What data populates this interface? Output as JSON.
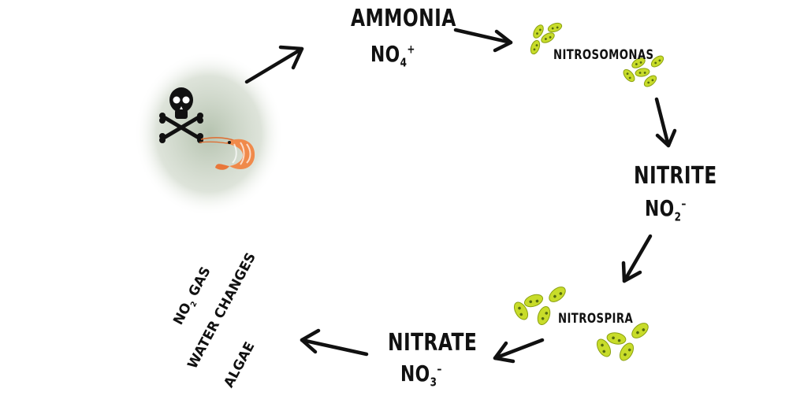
{
  "ammonia": {
    "label": "AMMONIA",
    "formula_base": "NO",
    "formula_sub": "4",
    "formula_sup": "+"
  },
  "nitrosomonas": {
    "label": "NITROSOMONAS"
  },
  "nitrite": {
    "label": "NITRITE",
    "formula_base": "NO",
    "formula_sub": "2",
    "formula_sup": "–"
  },
  "nitrospira": {
    "label": "NITROSPIRA"
  },
  "nitrate": {
    "label": "NITRATE",
    "formula_base": "NO",
    "formula_sub": "3",
    "formula_sup": "–"
  },
  "removal": {
    "gas_base": "NO",
    "gas_sub": "2",
    "gas_rest": " GAS",
    "water_changes": "WATER CHANGES",
    "algae": "ALGAE"
  },
  "colors": {
    "bacteria_fill": "#c8dc2a",
    "bacteria_dot": "#556b10",
    "shrimp": "#f08a4b",
    "haze": "#9cae94"
  }
}
